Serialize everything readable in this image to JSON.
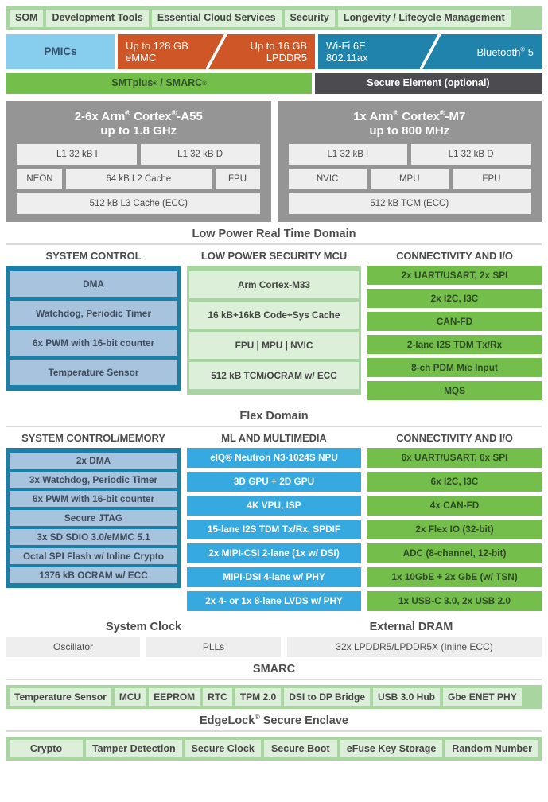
{
  "colors": {
    "green_light": "#a9d5a0",
    "green_pill": "#dcefd8",
    "green_dark": "#74bf4b",
    "blue_light": "#86cdee",
    "blue_group": "#1c7fa8",
    "blue_item": "#a8c3de",
    "cyan": "#36a9e1",
    "orange": "#cf5727",
    "teal": "#1f83ab",
    "grey_dark": "#4c4c50",
    "grey_cpu": "#959595",
    "grey_cell": "#eeeeee"
  },
  "som_strip": {
    "items": [
      "SOM",
      "Development Tools",
      "Essential Cloud Services",
      "Security",
      "Longevity / Lifecycle Management"
    ]
  },
  "memory_row": {
    "pmics": "PMICs",
    "emmc": "Up to 128 GB eMMC",
    "emmc_line1": "Up to 128 GB",
    "emmc_line2": "eMMC",
    "lpddr_line1": "Up to 16 GB",
    "lpddr_line2": "LPDDR5",
    "wifi_line1": "Wi-Fi 6E",
    "wifi_line2": "802.11ax",
    "bluetooth": "Bluetooth",
    "bluetooth_suffix": "5"
  },
  "smarc_row": {
    "smtplus": "SMTplus",
    "smtplus_mid": "/ SMARC",
    "secure_element": "Secure Element (optional)"
  },
  "cpu": {
    "left": {
      "title_line1_pre": "2-6x Arm",
      "title_line1_mid": "Cortex",
      "title_line1_post": "-A55",
      "title_line2": "up to 1.8 GHz",
      "row1": [
        "L1 32 kB I",
        "L1 32 kB D"
      ],
      "row2": [
        "NEON",
        "64 kB L2 Cache",
        "FPU"
      ],
      "row3": "512 kB L3 Cache (ECC)"
    },
    "right": {
      "title_line1_pre": "1x Arm",
      "title_line1_mid": "Cortex",
      "title_line1_post": "-M7",
      "title_line2": "up to 800 MHz",
      "row1": [
        "L1 32 kB I",
        "L1 32 kB D"
      ],
      "row2": [
        "NVIC",
        "MPU",
        "FPU"
      ],
      "row3": "512 kB TCM (ECC)"
    }
  },
  "lowpower": {
    "domain_label": "Low Power Real Time Domain",
    "columns": [
      {
        "heading": "SYSTEM CONTROL",
        "style": "blue",
        "items": [
          "DMA",
          "Watchdog, Periodic Timer",
          "6x PWM with 16-bit counter",
          "Temperature Sensor"
        ]
      },
      {
        "heading": "LOW POWER SECURITY MCU",
        "style": "greenlt",
        "items": [
          "Arm Cortex-M33",
          "16 kB+16kB Code+Sys Cache",
          "FPU | MPU | NVIC",
          "512 kB TCM/OCRAM w/ ECC"
        ]
      },
      {
        "heading": "CONNECTIVITY AND I/O",
        "style": "greendk",
        "items": [
          "2x UART/USART, 2x SPI",
          "2x I2C, I3C",
          "CAN-FD",
          "2-lane I2S TDM Tx/Rx",
          "8-ch PDM Mic Input",
          "MQS"
        ]
      }
    ]
  },
  "flex": {
    "domain_label": "Flex Domain",
    "columns": [
      {
        "heading": "SYSTEM CONTROL/MEMORY",
        "style": "blue",
        "items": [
          "2x DMA",
          "3x Watchdog, Periodic Timer",
          "6x PWM with 16-bit counter",
          "Secure JTAG",
          "3x SD SDIO 3.0/eMMC 5.1",
          "Octal SPI Flash w/ Inline Crypto",
          "1376 kB OCRAM w/ ECC"
        ]
      },
      {
        "heading": "ML AND MULTIMEDIA",
        "style": "cyan",
        "items": [
          "eIQ® Neutron N3-1024S NPU",
          "3D GPU + 2D GPU",
          "4K VPU, ISP",
          "15-lane I2S TDM Tx/Rx, SPDIF",
          "2x MIPI-CSI 2-lane (1x w/ DSI)",
          "MIPI-DSI 4-lane w/ PHY",
          "2x 4- or 1x 8-lane LVDS w/ PHY"
        ]
      },
      {
        "heading": "CONNECTIVITY AND I/O",
        "style": "greendk",
        "items": [
          "6x UART/USART, 6x SPI",
          "6x I2C, I3C",
          "4x CAN-FD",
          "2x Flex IO (32-bit)",
          "ADC (8-channel, 12-bit)",
          "1x 10GbE + 2x GbE (w/ TSN)",
          "1x USB-C 3.0, 2x USB 2.0"
        ]
      }
    ]
  },
  "clock": {
    "system_clock_heading": "System Clock",
    "external_dram_heading": "External DRAM",
    "oscillator": "Oscillator",
    "plls": "PLLs",
    "dram": "32x LPDDR5/LPDDR5X (Inline ECC)"
  },
  "smarc_section": {
    "label": "SMARC",
    "items": [
      "Temperature Sensor",
      "MCU",
      "EEPROM",
      "RTC",
      "TPM 2.0",
      "DSI to DP Bridge",
      "USB 3.0 Hub",
      "Gbe ENET PHY"
    ]
  },
  "edgelock": {
    "label_pre": "EdgeLock",
    "label_post": "Secure Enclave",
    "items": [
      "Crypto",
      "Tamper Detection",
      "Secure Clock",
      "Secure Boot",
      "eFuse Key Storage",
      "Random Number"
    ]
  }
}
